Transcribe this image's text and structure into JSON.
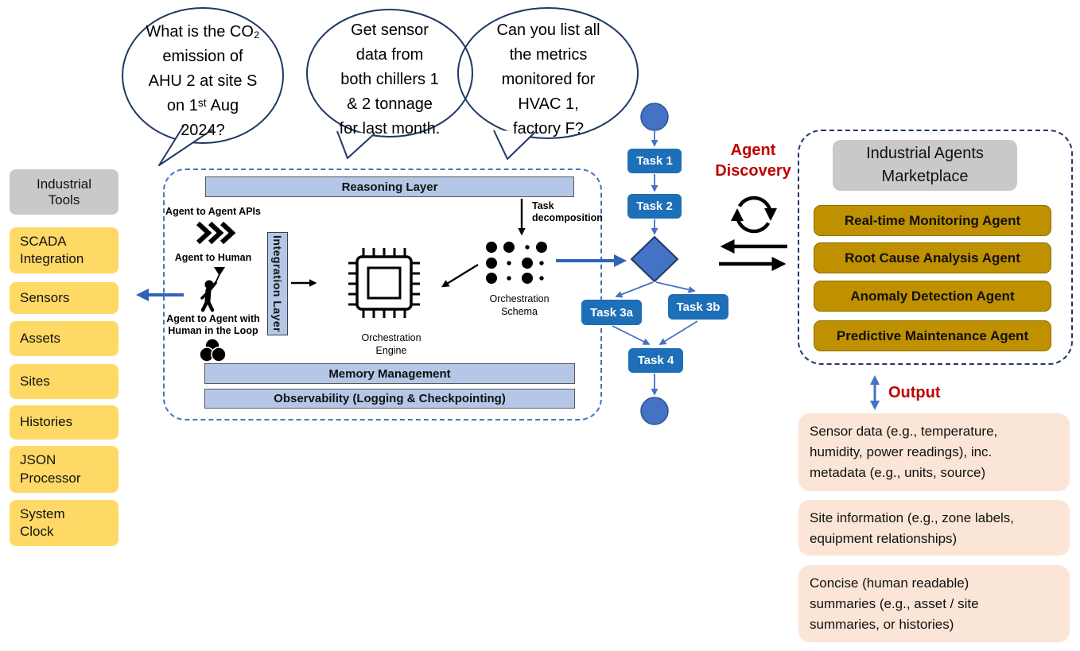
{
  "speech_bubbles": [
    {
      "text": "What is the CO₂\nemission of\nAHU 2 at site S\non 1ˢᵗ Aug\n2024?"
    },
    {
      "text": "Get sensor\ndata from\nboth chillers 1\n& 2 tonnage\nfor last month."
    },
    {
      "text": "Can you list all\nthe metrics\nmonitored for\nHVAC 1,\nfactory F?"
    }
  ],
  "sidebar": {
    "header": "Industrial\nTools",
    "tools": [
      "SCADA\nIntegration",
      "Sensors",
      "Assets",
      "Sites",
      "Histories",
      "JSON\nProcessor",
      "System\nClock"
    ]
  },
  "platform": {
    "reasoning_layer": "Reasoning Layer",
    "agent_to_agent_apis": "Agent to Agent APIs",
    "agent_to_human": "Agent to Human",
    "agent_loop": "Agent to Agent with\nHuman in the Loop",
    "integration_layer": "Integration Layer",
    "orchestration_engine": "Orchestration\nEngine",
    "task_decomposition": "Task\ndecomposition",
    "orchestration_schema": "Orchestration\nSchema",
    "memory_management": "Memory Management",
    "observability": "Observability (Logging & Checkpointing)"
  },
  "workflow": {
    "tasks": [
      "Task 1",
      "Task 2",
      "Task 3a",
      "Task 3b",
      "Task 4"
    ]
  },
  "discovery": {
    "label": "Agent\nDiscovery"
  },
  "marketplace": {
    "header": "Industrial Agents\nMarketplace",
    "agents": [
      "Real-time Monitoring Agent",
      "Root Cause Analysis Agent",
      "Anomaly Detection Agent",
      "Predictive Maintenance Agent"
    ]
  },
  "output": {
    "label": "Output",
    "boxes": [
      "Sensor data (e.g., temperature,\nhumidity, power readings), inc.\nmetadata (e.g., units, source)",
      "Site information (e.g., zone labels,\nequipment relationships)",
      "Concise (human readable)\nsummaries (e.g., asset / site\nsummaries, or histories)"
    ]
  },
  "icons": {
    "agent_apis_icon": "triple-chevron",
    "agent_human_icon": "person-with-balloon",
    "agent_loop_icon": "venn-three-circles",
    "orchestration_engine_icon": "cpu-chip",
    "orchestration_schema_icon": "dot-matrix",
    "discovery_sync_icon": "circular-arrows",
    "discovery_exchange_icon": "bidirectional-arrows",
    "output_arrow_icon": "vertical-double-arrow"
  },
  "colors": {
    "flow_blue": "#4472c4",
    "task_blue": "#1d6fb8",
    "navy_outline": "#1f3864",
    "light_blue_bar": "#b4c7e7",
    "sidebar_yellow": "#ffd966",
    "tool_gray": "#c9c9c9",
    "agent_gold": "#bf9000",
    "output_peach": "#fbe5d6",
    "label_red": "#c00000",
    "icon_black": "#000000"
  }
}
